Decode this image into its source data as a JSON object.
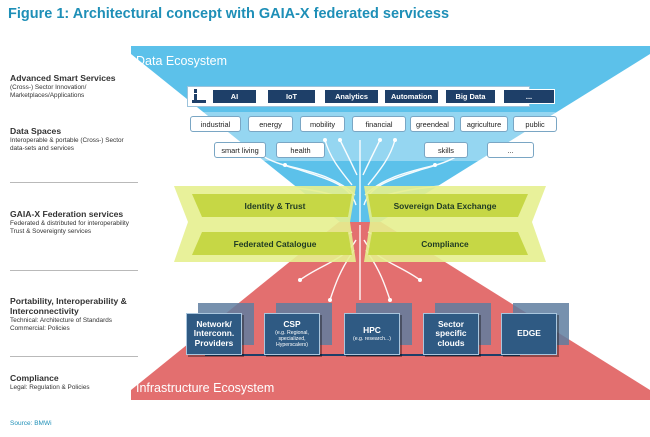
{
  "title": "Figure 1: Architectural concept with GAIA-X federated servicess",
  "colors": {
    "accent": "#1e8fb7",
    "data_ecosystem": "#5cc1ea",
    "infra_ecosystem": "#e36f6f",
    "federation": "#d3e25e",
    "boxes": "#2f5a83"
  },
  "layers": [
    {
      "heading": "Advanced Smart Services",
      "sub": "(Cross-) Sector Innovation/ Marketplaces/Applications"
    },
    {
      "heading": "Data Spaces",
      "sub": "Interoperable & portable (Cross-) Sector data-sets and services"
    },
    {
      "heading": "GAIA-X Federation services",
      "sub": "Federated & distributed for interoperability Trust & Sovereignty services"
    },
    {
      "heading": "Portability, Interoperability & Interconnectivity",
      "sub": "Technical: Architecture of Standards Commercial: Policies"
    },
    {
      "heading": "Compliance",
      "sub": "Legal: Regulation & Policies"
    }
  ],
  "data_ecosystem": {
    "title": "Data Ecosystem",
    "services": [
      "AI",
      "IoT",
      "Analytics",
      "Automation",
      "Big Data",
      "..."
    ],
    "service_icon": "person-laptop-icon",
    "sectors_row1": [
      "industrial",
      "energy",
      "mobility",
      "financial",
      "greendeal",
      "agriculture",
      "public"
    ],
    "sectors_row2": [
      "smart living",
      "health",
      "skills",
      "..."
    ]
  },
  "federation_services": [
    "Identity & Trust",
    "Sovereign Data Exchange",
    "Federated Catalogue",
    "Compliance"
  ],
  "infrastructure": {
    "title": "Infrastructure Ecosystem",
    "boxes": [
      {
        "main": "Network/ Interconn. Providers",
        "sub": ""
      },
      {
        "main": "CSP",
        "sub": "(e.g. Regional, specialized, Hyperscalers)"
      },
      {
        "main": "HPC",
        "sub": "(e.g. research...)"
      },
      {
        "main": "Sector specific clouds",
        "sub": ""
      },
      {
        "main": "EDGE",
        "sub": ""
      }
    ]
  },
  "source": "Source: BMWi"
}
